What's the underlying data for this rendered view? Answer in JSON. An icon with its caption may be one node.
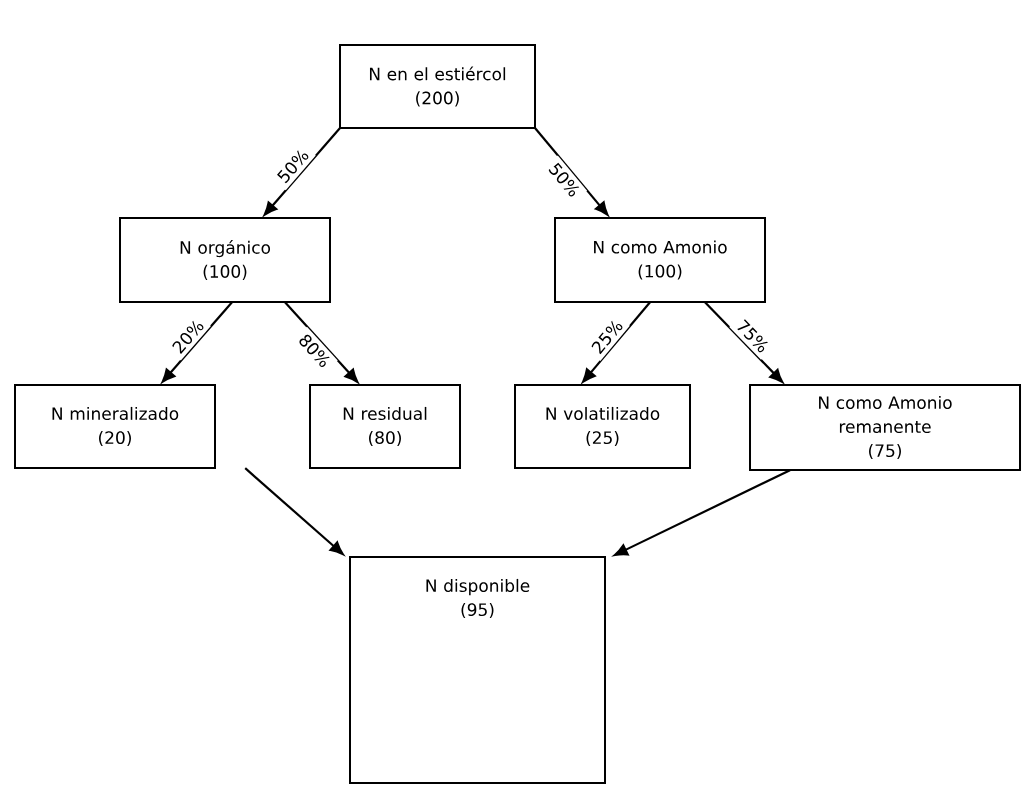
{
  "diagram": {
    "nodes": [
      {
        "text": [
          "N en el estiércol",
          "(200)"
        ]
      },
      {
        "text": [
          "N orgánico",
          "(100)"
        ]
      },
      {
        "text": [
          "N como Amonio",
          "(100)"
        ]
      },
      {
        "text": [
          "N mineralizado",
          "(20)"
        ]
      },
      {
        "text": [
          "N residual",
          "(80)"
        ]
      },
      {
        "text": [
          "N volatilizado",
          "(25)"
        ]
      },
      {
        "text": [
          "N como Amonio remanente",
          "(75)"
        ]
      },
      {
        "text": [
          "N disponible",
          "(95)"
        ]
      }
    ],
    "edges": [
      {
        "from": 0,
        "to": 1,
        "arrow": "to",
        "label": "50%"
      },
      {
        "from": 0,
        "to": 2,
        "arrow": "to",
        "label": "50%"
      },
      {
        "from": 1,
        "to": 3,
        "arrow": "to",
        "label": "20%"
      },
      {
        "from": 1,
        "to": 4,
        "arrow": "to",
        "label": "80%"
      },
      {
        "from": 2,
        "to": 5,
        "arrow": "to",
        "label": "25%"
      },
      {
        "from": 2,
        "to": 6,
        "arrow": "to",
        "label": "75%"
      },
      {
        "from": 3,
        "to": 7,
        "arrow": "to"
      },
      {
        "from": 6,
        "to": 7,
        "arrow": "to"
      }
    ]
  }
}
